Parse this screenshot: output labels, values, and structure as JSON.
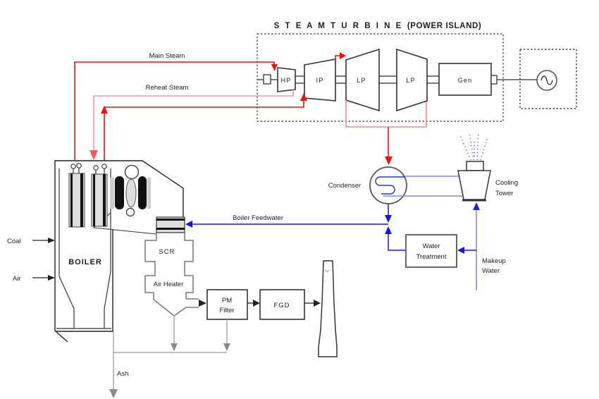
{
  "title": {
    "part1": "S T E A M   T U R B I N E",
    "part2": "(POWER ISLAND)"
  },
  "streams": {
    "main_steam": "Main Steam",
    "reheat_steam": "Reheat Steam",
    "boiler_feedwater": "Boiler Feedwater",
    "coal": "Coal",
    "air": "Air",
    "ash": "Ash",
    "makeup_water_line1": "Makeup",
    "makeup_water_line2": "Water"
  },
  "equipment": {
    "boiler": "BOILER",
    "scr": "SCR",
    "air_heater": "Air Heater",
    "pm_filter_line1": "PM",
    "pm_filter_line2": "Filter",
    "fgd": "FGD",
    "condenser": "Condenser",
    "cooling_tower_line1": "Cooling",
    "cooling_tower_line2": "Tower",
    "water_treatment_line1": "Water",
    "water_treatment_line2": "Treatment",
    "hp_turbine": "HP",
    "ip_turbine": "IP",
    "lp_turbine_1": "LP",
    "lp_turbine_2": "LP",
    "generator": "Gen"
  },
  "colors": {
    "steam_line": "#ee1111",
    "reheat_line": "#ff9898",
    "water_line": "#1515dd",
    "circ_water_line": "#8585ee",
    "spray": "#4747dd",
    "ash_line": "#9a9a9a",
    "ash_arrow": "#8a8a8a",
    "outline": "#333333"
  }
}
